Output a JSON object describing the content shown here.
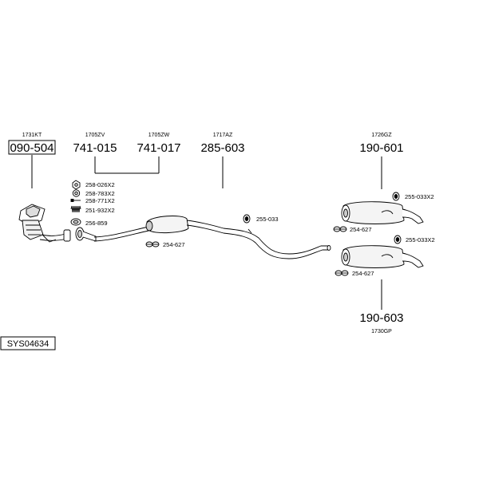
{
  "parts": {
    "p1": {
      "code": "1731KT",
      "number": "090-504"
    },
    "p2": {
      "code": "1705ZV",
      "number": "741-015"
    },
    "p3": {
      "code": "1705ZW",
      "number": "741-017"
    },
    "p4": {
      "code": "1717AZ",
      "number": "285-603"
    },
    "p5": {
      "code": "1726GZ",
      "number": "190-601"
    },
    "p6": {
      "code": "1730GP",
      "number": "190-603"
    }
  },
  "fittings": {
    "f1": "258-026X2",
    "f2": "258-783X2",
    "f3": "258-771X2",
    "f4": "251-932X2",
    "f5": "256-859",
    "f6": "254-627",
    "f7": "255-033",
    "f8": "255-033X2",
    "f9": "254-627",
    "f10": "255-033X2",
    "f11": "254-627"
  },
  "system_id": "SYS04634"
}
